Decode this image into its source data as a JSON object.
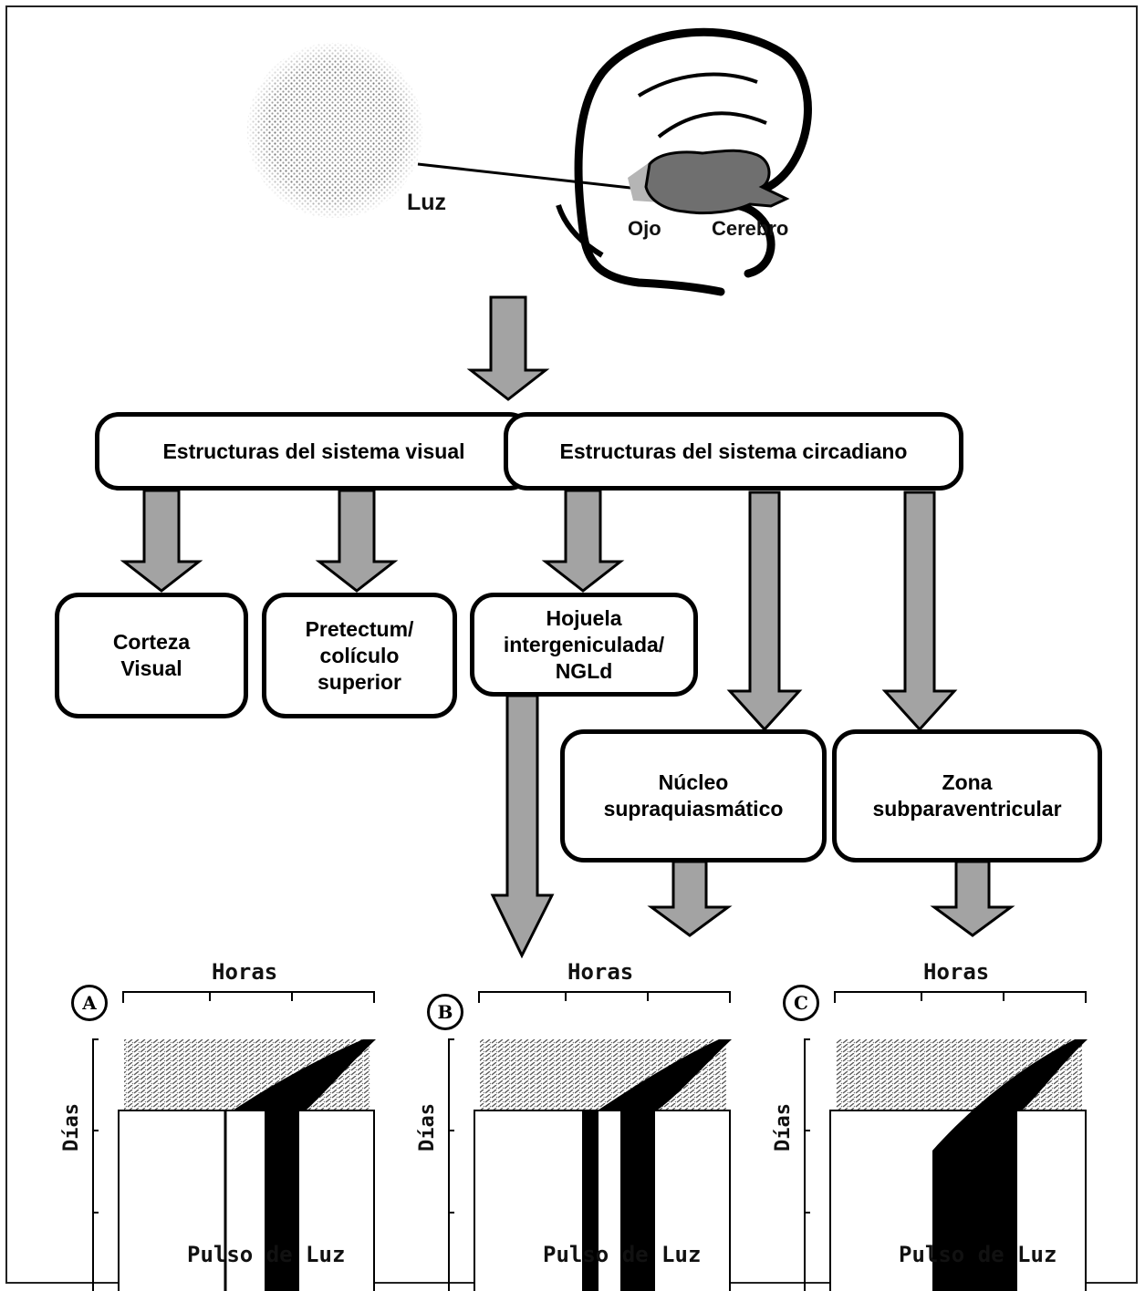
{
  "top": {
    "luz": "Luz",
    "ojo": "Ojo",
    "cerebro": "Cerebro"
  },
  "boxes": {
    "visual_structures": "Estructuras del sistema visual",
    "circadian_structures": "Estructuras del sistema circadiano",
    "corteza": [
      "Corteza",
      "Visual"
    ],
    "pretectum": [
      "Pretectum/",
      "colículo",
      "superior"
    ],
    "hojuela": [
      "Hojuela",
      "intergeniculada/",
      "NGLd"
    ],
    "nucleo": [
      "Núcleo",
      "supraquiasmático"
    ],
    "zona": [
      "Zona",
      "subparaventricular"
    ]
  },
  "panels": [
    {
      "badge": "A",
      "top_label": "Horas",
      "side_label": "Días",
      "bottom_label": "Pulso de Luz"
    },
    {
      "badge": "B",
      "top_label": "Horas",
      "side_label": "Días",
      "bottom_label": "Pulso de Luz"
    },
    {
      "badge": "C",
      "top_label": "Horas",
      "side_label": "Días",
      "bottom_label": "Pulso de Luz"
    }
  ],
  "colors": {
    "arrow_fill": "#a3a3a3",
    "arrow_stroke": "#000000",
    "eye_fill": "#b5b5b5",
    "brain_fill": "#6f6f6f"
  }
}
